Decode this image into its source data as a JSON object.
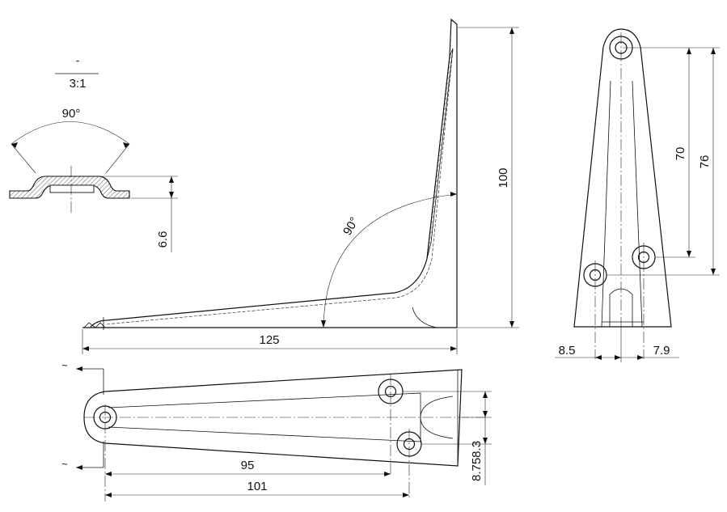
{
  "detail": {
    "section_mark": "-",
    "scale": "3:1",
    "angle": "90°",
    "height": "6.6"
  },
  "side_view": {
    "angle": "90°",
    "height": "100",
    "length": "125"
  },
  "end_view": {
    "dim_70": "70",
    "dim_76": "76",
    "dim_left": "8.5",
    "dim_right": "7.9"
  },
  "top_view": {
    "section_mark_top": "~",
    "section_mark_bottom": "~",
    "dim_95": "95",
    "dim_101": "101",
    "dim_stack": "8.758.3"
  }
}
